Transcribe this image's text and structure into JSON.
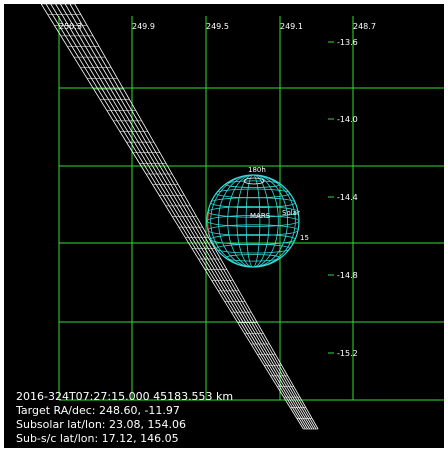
{
  "colors": {
    "background": "#000000",
    "grid": "#33dd33",
    "planet": "#33dddd",
    "rings": "#ffffff",
    "text": "#ffffff",
    "limb_highlight": "#dd3333"
  },
  "grid": {
    "ra_labels": [
      "250.3",
      "249.9",
      "249.5",
      "249.1",
      "248.7"
    ],
    "dec_labels": [
      "-13.6",
      "-14.0",
      "-14.4",
      "-14.8",
      "-15.2"
    ]
  },
  "planet": {
    "labels": {
      "north": "180h",
      "center": "MARS",
      "subsolar": "Solar",
      "side": "15"
    }
  },
  "info": {
    "time_range": "2016-324T07:27:15.000   45183.553 km",
    "target_radec": "Target RA/dec: 248.60, -11.97",
    "subsolar": "Subsolar lat/lon: 23.08, 154.06",
    "subsc": "Sub-s/c lat/lon: 17.12, 146.05"
  }
}
